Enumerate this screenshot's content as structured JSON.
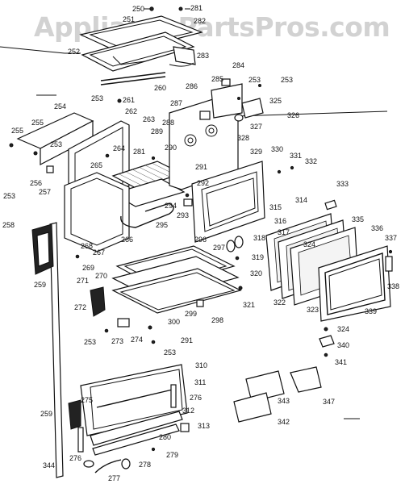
{
  "watermark": "AppliancePartsPros.com",
  "labels": [
    {
      "id": "250",
      "text": "250"
    },
    {
      "id": "281a",
      "text": "281"
    },
    {
      "id": "251",
      "text": "251"
    },
    {
      "id": "282",
      "text": "282"
    },
    {
      "id": "252",
      "text": "252"
    },
    {
      "id": "283",
      "text": "283"
    },
    {
      "id": "284",
      "text": "284"
    },
    {
      "id": "285",
      "text": "285"
    },
    {
      "id": "253a",
      "text": "253"
    },
    {
      "id": "253b",
      "text": "253"
    },
    {
      "id": "260",
      "text": "260"
    },
    {
      "id": "253c",
      "text": "253"
    },
    {
      "id": "261",
      "text": "261"
    },
    {
      "id": "286",
      "text": "286"
    },
    {
      "id": "325",
      "text": "325"
    },
    {
      "id": "326",
      "text": "326"
    },
    {
      "id": "327",
      "text": "327"
    },
    {
      "id": "254",
      "text": "254"
    },
    {
      "id": "262",
      "text": "262"
    },
    {
      "id": "263",
      "text": "263"
    },
    {
      "id": "287",
      "text": "287"
    },
    {
      "id": "288",
      "text": "288"
    },
    {
      "id": "289",
      "text": "289"
    },
    {
      "id": "328",
      "text": "328"
    },
    {
      "id": "255",
      "text": "255"
    },
    {
      "id": "255b",
      "text": "255"
    },
    {
      "id": "253d",
      "text": "253"
    },
    {
      "id": "264",
      "text": "264"
    },
    {
      "id": "290",
      "text": "290"
    },
    {
      "id": "281b",
      "text": "281"
    },
    {
      "id": "329",
      "text": "329"
    },
    {
      "id": "330",
      "text": "330"
    },
    {
      "id": "331",
      "text": "331"
    },
    {
      "id": "332",
      "text": "332"
    },
    {
      "id": "265",
      "text": "265"
    },
    {
      "id": "291a",
      "text": "291"
    },
    {
      "id": "292",
      "text": "292"
    },
    {
      "id": "256",
      "text": "256"
    },
    {
      "id": "257",
      "text": "257"
    },
    {
      "id": "253e",
      "text": "253"
    },
    {
      "id": "294",
      "text": "294"
    },
    {
      "id": "293",
      "text": "293"
    },
    {
      "id": "333",
      "text": "333"
    },
    {
      "id": "314",
      "text": "314"
    },
    {
      "id": "315",
      "text": "315"
    },
    {
      "id": "258",
      "text": "258"
    },
    {
      "id": "295",
      "text": "295"
    },
    {
      "id": "316",
      "text": "316"
    },
    {
      "id": "335",
      "text": "335"
    },
    {
      "id": "336",
      "text": "336"
    },
    {
      "id": "317",
      "text": "317"
    },
    {
      "id": "318",
      "text": "318"
    },
    {
      "id": "337",
      "text": "337"
    },
    {
      "id": "268",
      "text": "268"
    },
    {
      "id": "267",
      "text": "267"
    },
    {
      "id": "266",
      "text": "266"
    },
    {
      "id": "296",
      "text": "296"
    },
    {
      "id": "297",
      "text": "297"
    },
    {
      "id": "319",
      "text": "319"
    },
    {
      "id": "324a",
      "text": "324"
    },
    {
      "id": "269",
      "text": "269"
    },
    {
      "id": "259a",
      "text": "259"
    },
    {
      "id": "270",
      "text": "270"
    },
    {
      "id": "320",
      "text": "320"
    },
    {
      "id": "338",
      "text": "338"
    },
    {
      "id": "271",
      "text": "271"
    },
    {
      "id": "321",
      "text": "321"
    },
    {
      "id": "322",
      "text": "322"
    },
    {
      "id": "272",
      "text": "272"
    },
    {
      "id": "299",
      "text": "299"
    },
    {
      "id": "298",
      "text": "298"
    },
    {
      "id": "323",
      "text": "323"
    },
    {
      "id": "339",
      "text": "339"
    },
    {
      "id": "300",
      "text": "300"
    },
    {
      "id": "324b",
      "text": "324"
    },
    {
      "id": "253f",
      "text": "253"
    },
    {
      "id": "273",
      "text": "273"
    },
    {
      "id": "274",
      "text": "274"
    },
    {
      "id": "291b",
      "text": "291"
    },
    {
      "id": "340",
      "text": "340"
    },
    {
      "id": "253g",
      "text": "253"
    },
    {
      "id": "341",
      "text": "341"
    },
    {
      "id": "310",
      "text": "310"
    },
    {
      "id": "311",
      "text": "311"
    },
    {
      "id": "275",
      "text": "275"
    },
    {
      "id": "276a",
      "text": "276"
    },
    {
      "id": "343",
      "text": "343"
    },
    {
      "id": "347",
      "text": "347"
    },
    {
      "id": "259b",
      "text": "259"
    },
    {
      "id": "312",
      "text": "312"
    },
    {
      "id": "313",
      "text": "313"
    },
    {
      "id": "342",
      "text": "342"
    },
    {
      "id": "280",
      "text": "280"
    },
    {
      "id": "276b",
      "text": "276"
    },
    {
      "id": "279",
      "text": "279"
    },
    {
      "id": "344",
      "text": "344"
    },
    {
      "id": "278",
      "text": "278"
    },
    {
      "id": "277",
      "text": "277"
    }
  ]
}
